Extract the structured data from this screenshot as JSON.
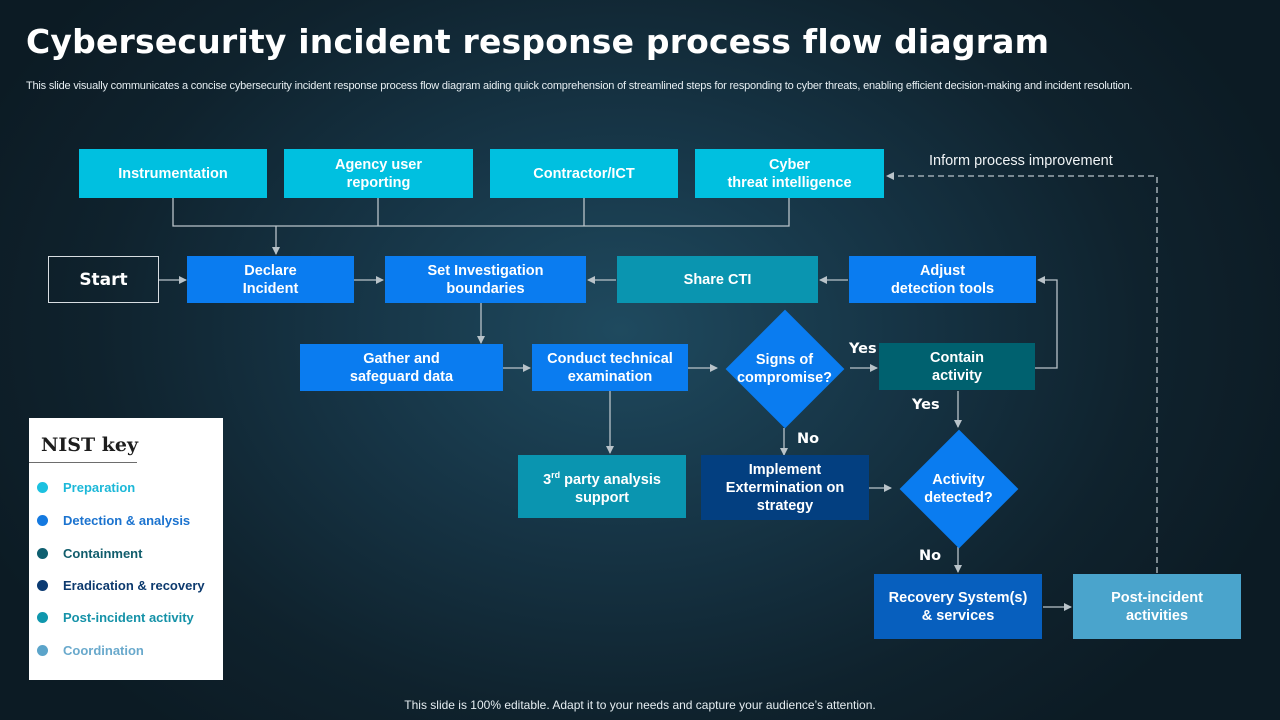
{
  "header": {
    "title": "Cybersecurity incident response process flow diagram",
    "subtitle": "This slide visually communicates a concise cybersecurity incident response process flow diagram aiding quick comprehension of streamlined steps for responding to cyber threats, enabling efficient decision-making and incident resolution."
  },
  "colors": {
    "preparation": "#00c0e0",
    "detection": "#0a7cf0",
    "containment": "#00616f",
    "eradication": "#033f80",
    "post_incident": "#0a95b0",
    "coordination": "#4aa4cc",
    "background": "#132f3e"
  },
  "flow": {
    "sources": {
      "instrumentation": "Instrumentation",
      "agency_user_reporting": "Agency user\nreporting",
      "contractor_ict": "Contractor/ICT",
      "cyber_threat_intelligence": "Cyber\nthreat intelligence"
    },
    "start": "Start",
    "declare_incident": "Declare\nIncident",
    "set_investigation": "Set Investigation\nboundaries",
    "share_cti": "Share CTI",
    "adjust_detection": "Adjust\ndetection tools",
    "gather_data": "Gather and\nsafeguard data",
    "conduct_exam": "Conduct technical\nexamination",
    "signs_of_compromise": "Signs of\ncompromise?",
    "contain_activity": "Contain\nactivity",
    "third_party_prefix": "3",
    "third_party_sup": "rd",
    "third_party_rest": " party analysis\nsupport",
    "implement_extermination": "Implement\nExtermination on\nstrategy",
    "activity_detected": "Activity\ndetected?",
    "recovery": "Recovery System(s)\n& services",
    "post_incident": "Post-incident\nactivities",
    "labels": {
      "yes_1": "Yes",
      "yes_2": "Yes",
      "no_1": "No",
      "no_2": "No",
      "inform": "Inform process improvement"
    }
  },
  "nist_key": {
    "title": "NIST key",
    "items": [
      {
        "label": "Preparation",
        "color": "#1cc1e0",
        "text_color": "#1cb8d8"
      },
      {
        "label": "Detection & analysis",
        "color": "#1479e0",
        "text_color": "#1b73cf"
      },
      {
        "label": "Containment",
        "color": "#0e5f70",
        "text_color": "#115d6c"
      },
      {
        "label": "Eradication & recovery",
        "color": "#0b3a72",
        "text_color": "#0d3a6e"
      },
      {
        "label": "Post-incident activity",
        "color": "#0f97ad",
        "text_color": "#1592a8"
      },
      {
        "label": "Coordination",
        "color": "#5ba4ca",
        "text_color": "#69a9cc"
      }
    ]
  },
  "footer": "This slide is 100% editable. Adapt it to your needs and capture your audience’s attention."
}
